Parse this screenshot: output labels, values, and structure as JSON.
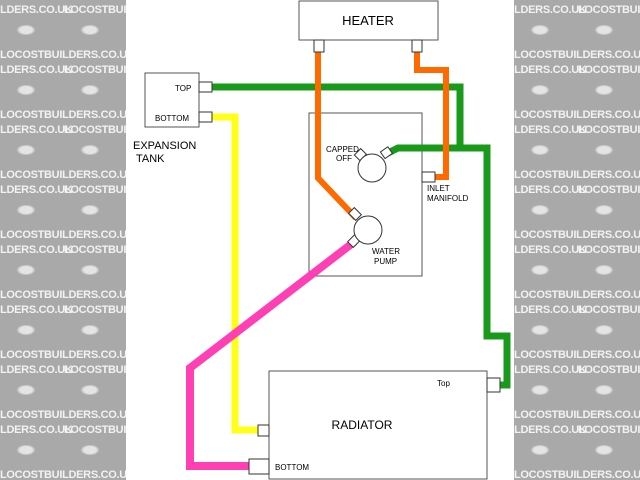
{
  "watermark_text": "LOCOSTBUILDERS.CO.UK",
  "diagram": {
    "heater": "HEATER",
    "expansion_top": "TOP",
    "expansion_bottom": "BOTTOM",
    "expansion_line1": "EXPANSION",
    "expansion_line2": "TANK",
    "capped_line1": "CAPPED",
    "capped_line2": "OFF",
    "inlet_line1": "INLET",
    "inlet_line2": "MANIFOLD",
    "pump_line1": "WATER",
    "pump_line2": "PUMP",
    "radiator": "RADIATOR",
    "radiator_top": "Top",
    "radiator_bottom": "BOTTOM"
  },
  "colors": {
    "green_hose": "#1a9a1a",
    "orange_hose": "#ff6a00",
    "yellow_hose": "#ffff1a",
    "pink_hose": "#ff3fb4"
  }
}
